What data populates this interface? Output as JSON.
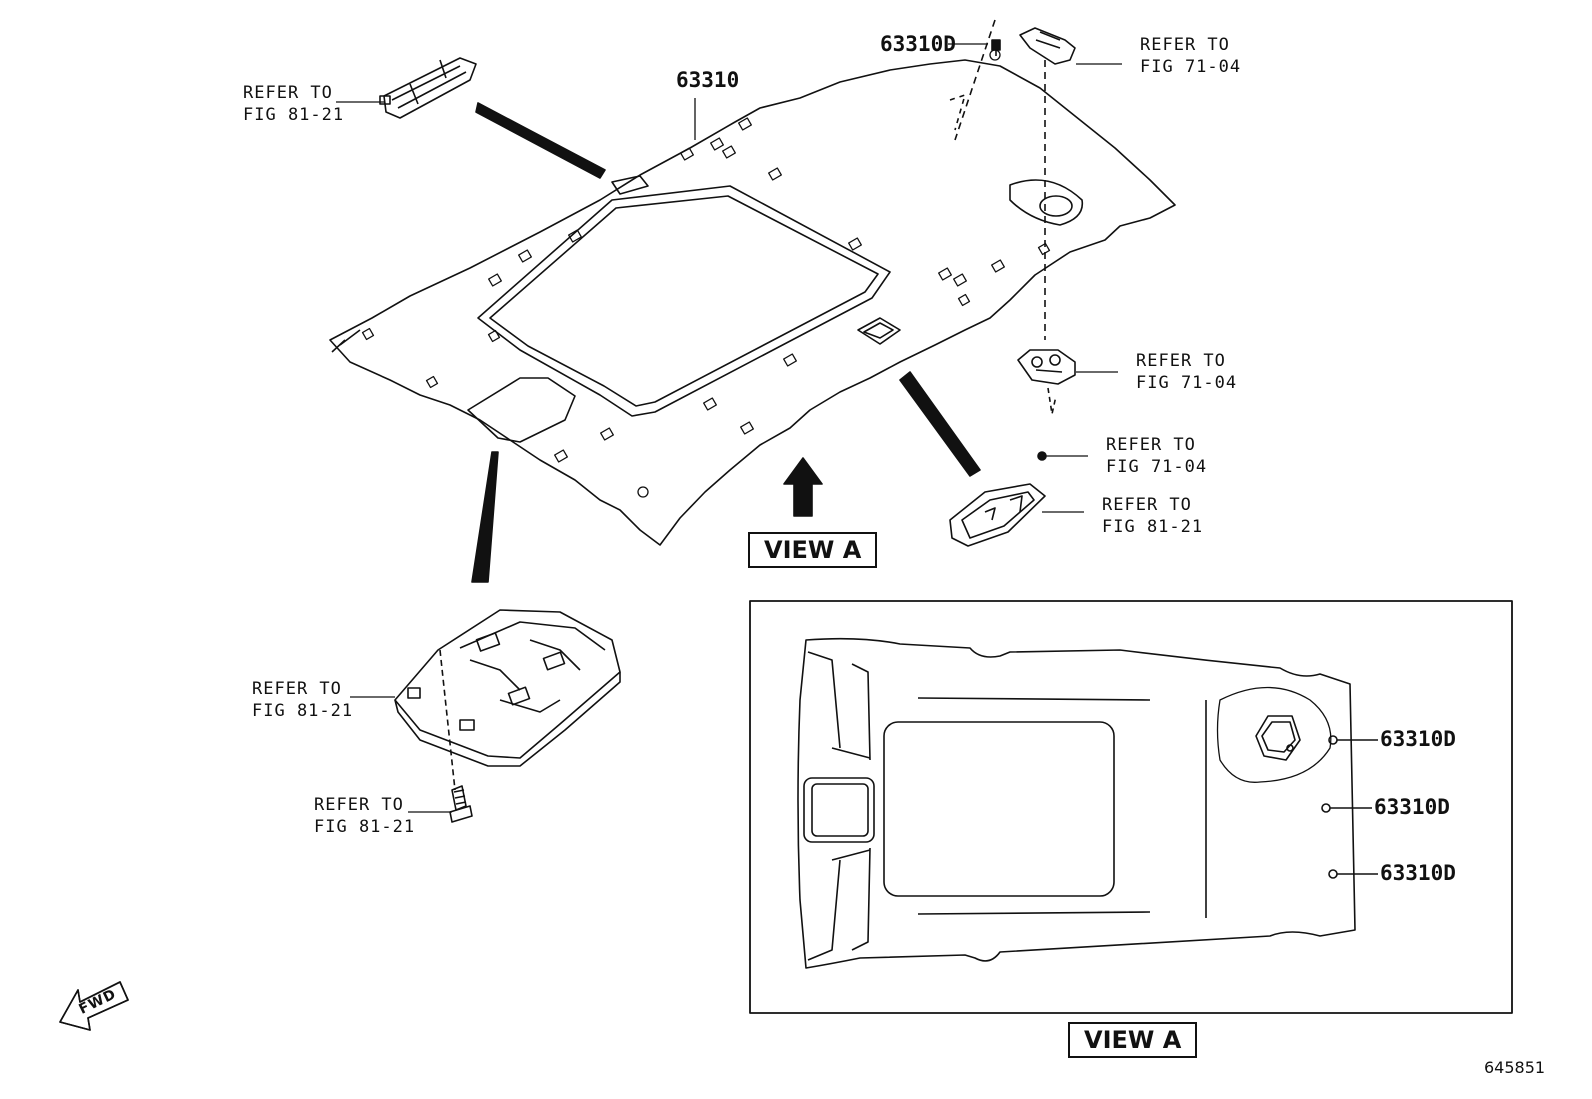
{
  "labels": {
    "refer_81_21": "REFER TO\nFIG 81-21",
    "refer_71_04": "REFER TO\nFIG 71-04"
  },
  "parts": {
    "headliner": "63310",
    "clip": "63310D"
  },
  "view_label": "VIEW A",
  "fwd_label": "FWD",
  "figure_number": "645851",
  "colors": {
    "line": "#111111",
    "background": "#ffffff"
  }
}
